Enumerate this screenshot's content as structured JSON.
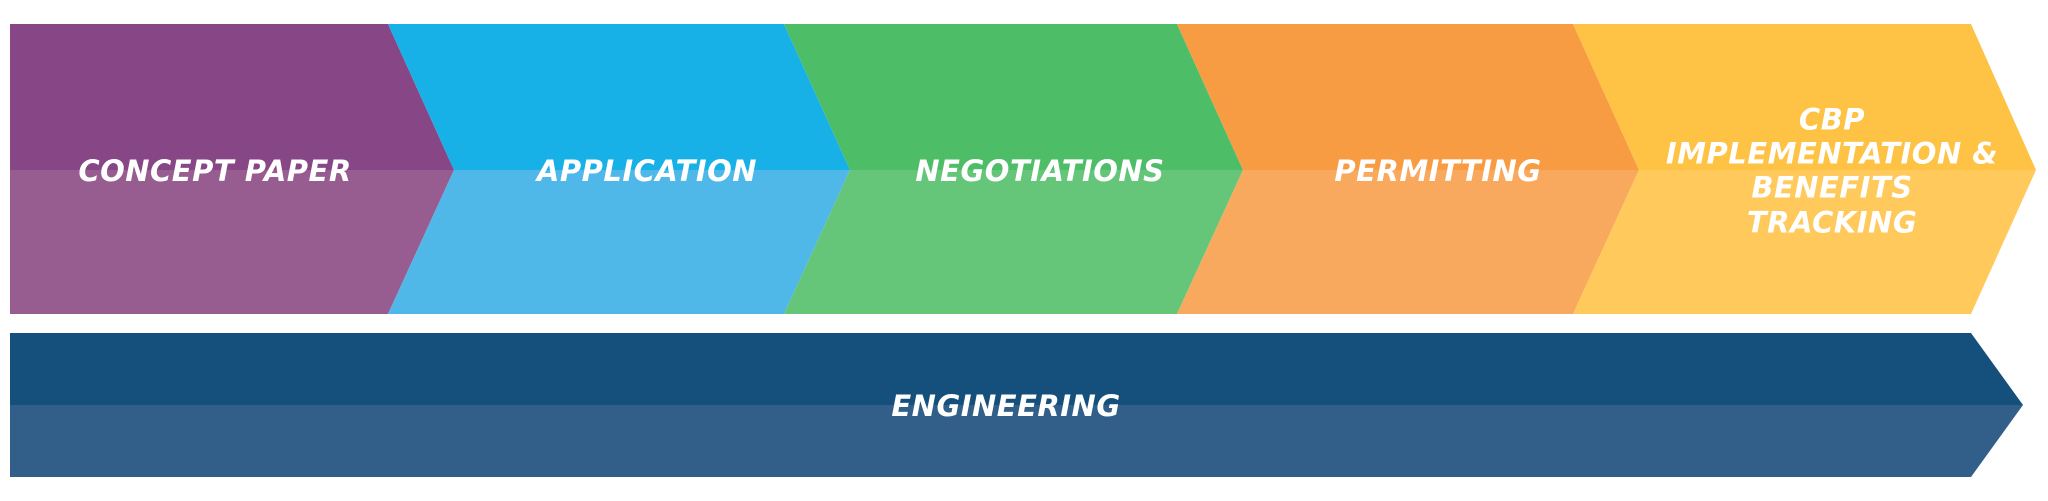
{
  "stages": [
    {
      "id": "concept-paper",
      "label": "CONCEPT PAPER",
      "top_color": "#874685",
      "bottom_color": "#975d90"
    },
    {
      "id": "application",
      "label": "APPLICATION",
      "top_color": "#17b1e7",
      "bottom_color": "#4fb8e9"
    },
    {
      "id": "negotiations",
      "label": "NEGOTIATIONS",
      "top_color": "#4ebd67",
      "bottom_color": "#65c67a"
    },
    {
      "id": "permitting",
      "label": "PERMITTING",
      "top_color": "#f89c43",
      "bottom_color": "#f9a95d"
    },
    {
      "id": "cbp-implementation",
      "label": "CBP IMPLEMENTATION & BENEFITS TRACKING",
      "top_color": "#fec244",
      "bottom_color": "#ffc95c"
    }
  ],
  "engineering": {
    "label": "ENGINEERING",
    "top_color": "#14507b",
    "bottom_color": "#325e8a"
  },
  "text_color": "#ffffff"
}
